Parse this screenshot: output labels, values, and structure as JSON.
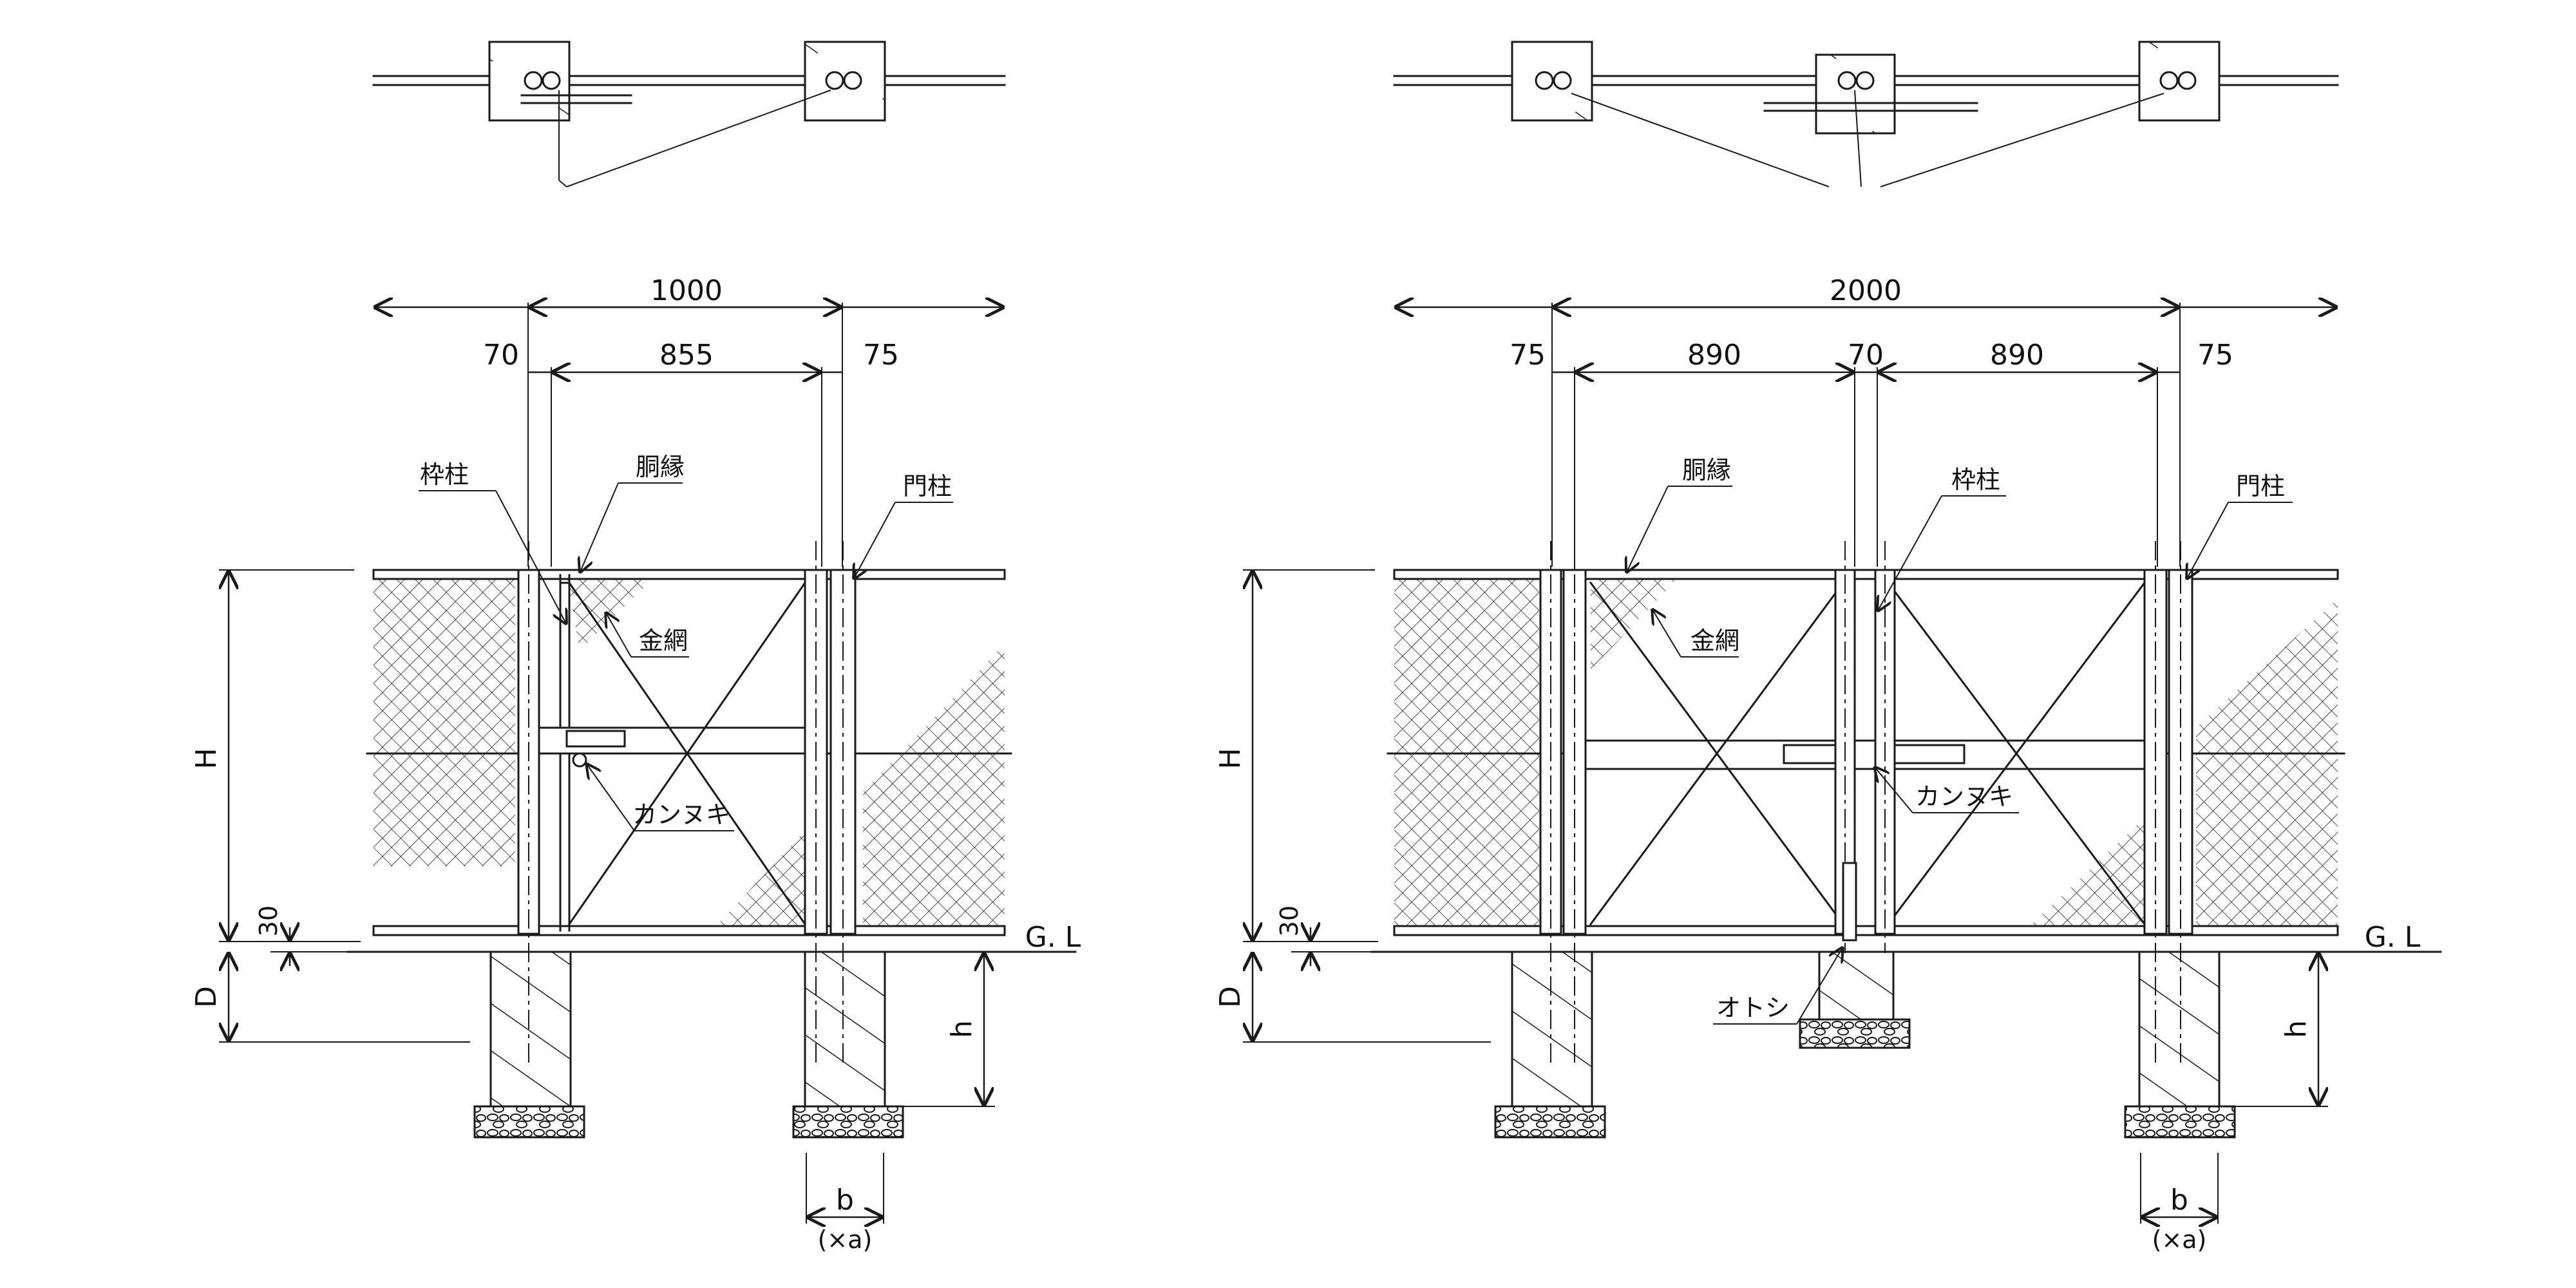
{
  "single_gate": {
    "dims": {
      "overall": "1000",
      "left_post": "70",
      "opening": "855",
      "right_post": "75"
    },
    "labels": {
      "frame_post": "枠柱",
      "middle_rail": "胴縁",
      "gate_post": "門柱",
      "wire_mesh": "金網",
      "latch": "カンヌキ"
    },
    "vertical_dims": {
      "height": "H",
      "clearance": "30",
      "depth": "D",
      "footing_depth": "h"
    },
    "ground_line": "G. L",
    "footing_width": "b",
    "footing_width_note": "(×a)"
  },
  "double_gate": {
    "dims": {
      "overall": "2000",
      "left_post": "75",
      "left_leaf": "890",
      "center_post": "70",
      "right_leaf": "890",
      "right_post": "75"
    },
    "labels": {
      "middle_rail": "胴縁",
      "frame_post": "枠柱",
      "gate_post": "門柱",
      "wire_mesh": "金網",
      "latch": "カンヌキ",
      "drop_rod": "オトシ"
    },
    "vertical_dims": {
      "height": "H",
      "clearance": "30",
      "depth": "D",
      "footing_depth": "h"
    },
    "ground_line": "G. L",
    "footing_width": "b",
    "footing_width_note": "(×a)"
  }
}
